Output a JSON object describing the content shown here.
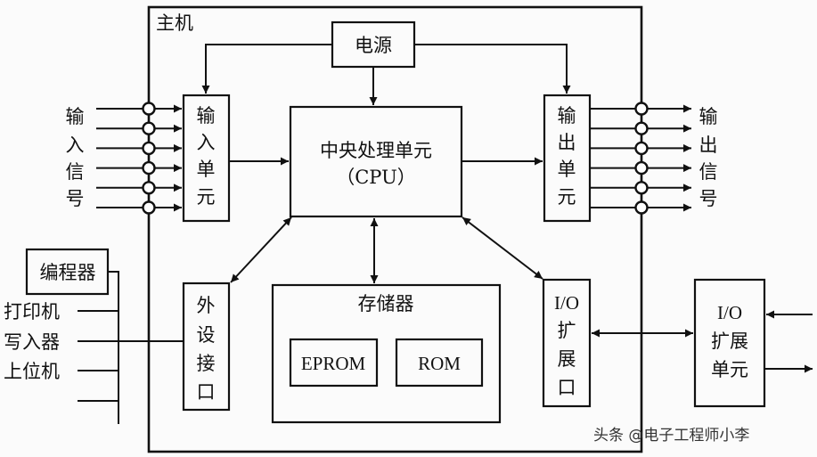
{
  "diagram": {
    "main_unit_label": "主机",
    "power_supply": "电源",
    "input_unit": [
      "输",
      "入",
      "单",
      "元"
    ],
    "output_unit": [
      "输",
      "出",
      "单",
      "元"
    ],
    "cpu": {
      "name": "中央处理单元",
      "abbr": "（CPU）"
    },
    "input_signal": [
      "输",
      "入",
      "信",
      "号"
    ],
    "output_signal": [
      "输",
      "出",
      "信",
      "号"
    ],
    "peripheral_interface": [
      "外",
      "设",
      "接",
      "口"
    ],
    "memory": {
      "title": "存储器",
      "eprom": "EPROM",
      "rom": "ROM"
    },
    "io_port": [
      "I/O",
      "扩",
      "展",
      "口"
    ],
    "io_expansion_unit": [
      "I/O",
      "扩展",
      "单元"
    ],
    "peripherals": {
      "programmer": "编程器",
      "printer": "打印机",
      "writer": "写入器",
      "host_computer": "上位机"
    },
    "signal_line_count": 6
  },
  "watermark": "头条 @电子工程师小李"
}
